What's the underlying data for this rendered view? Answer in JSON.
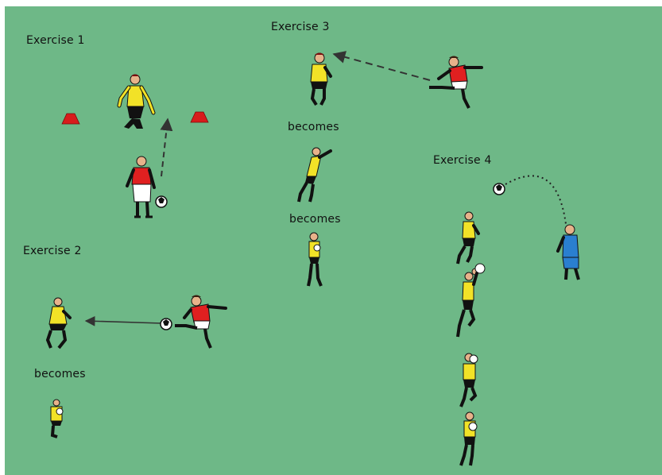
{
  "colors": {
    "field": "#6eb887",
    "goalkeeper_jersey": "#f2e227",
    "outfield_jersey": "#e02020",
    "coach_jersey": "#2a7fd0",
    "cone": "#d81c1c",
    "shorts_dark": "#111111",
    "arrow": "#333333"
  },
  "exercises": [
    {
      "title": "Exercise 1"
    },
    {
      "title": "Exercise 2",
      "transition": "becomes"
    },
    {
      "title": "Exercise 3",
      "transitions": [
        "becomes",
        "becomes"
      ]
    },
    {
      "title": "Exercise 4"
    }
  ],
  "icons": [
    "goalkeeper-figure",
    "player-figure",
    "coach-figure",
    "ball-icon",
    "cone-icon",
    "pass-arrow",
    "throw-path"
  ]
}
